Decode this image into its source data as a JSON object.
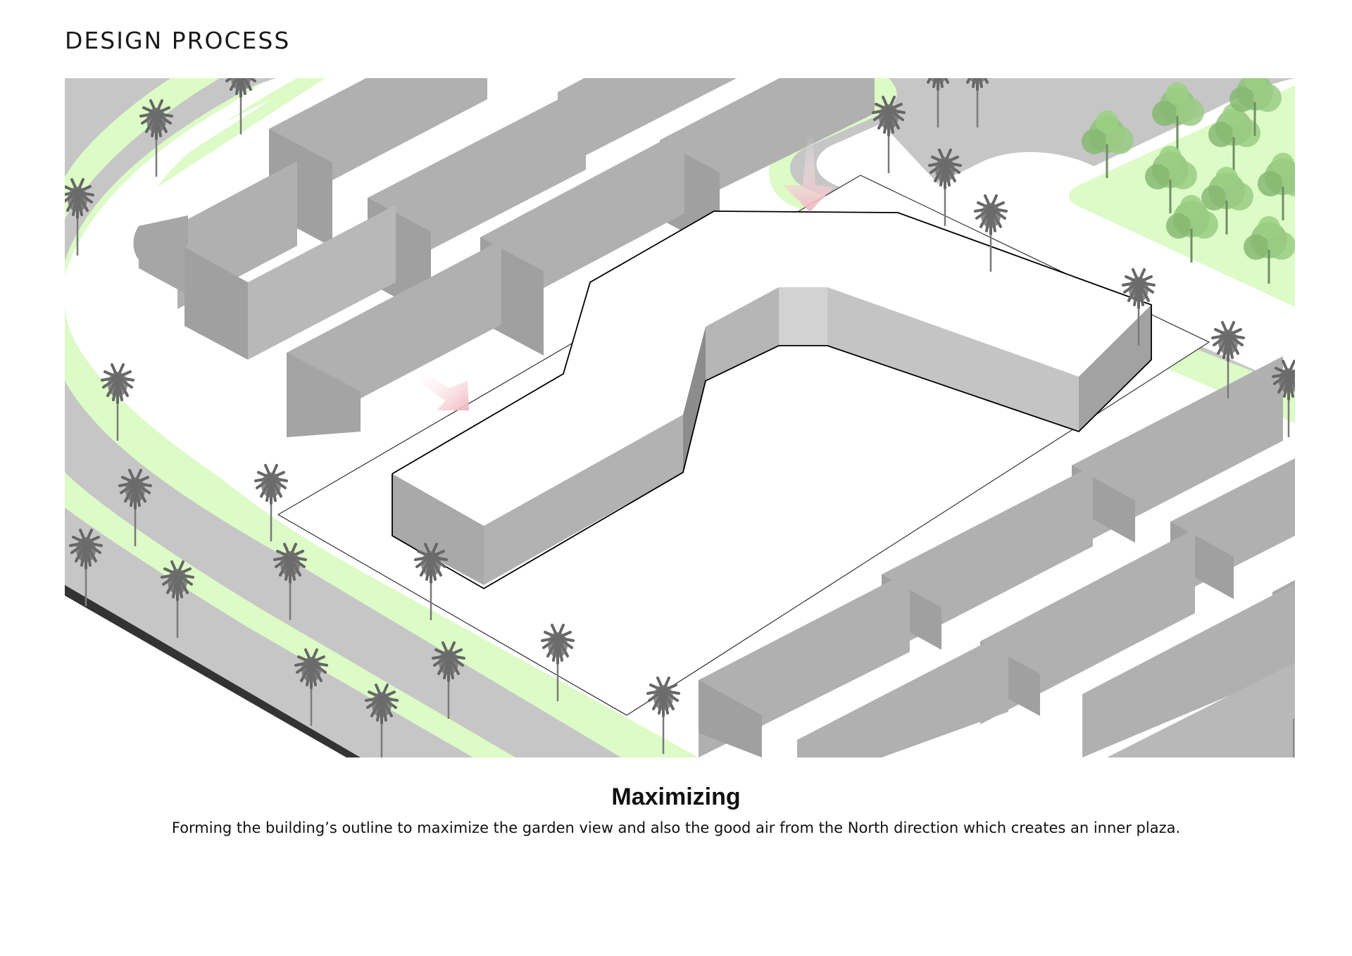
{
  "header": {
    "title": "DESIGN PROCESS"
  },
  "diagram": {
    "colors": {
      "road": "#c6c6c6",
      "green_strip": "#dcfbc6",
      "building_roof": "#ffffff",
      "building_wall_dark": "#9e9e9e",
      "building_wall_mid": "#b4b4b4",
      "building_wall_light": "#c9c9c9",
      "outline": "#000000",
      "wind_arrow": "#f2c8cf",
      "tree_foliage": "#8fc27a",
      "palm": "#6a6a6a"
    },
    "icons": [
      "palm-tree-icon",
      "tree-icon",
      "wind-arrow-icon"
    ]
  },
  "caption": {
    "title": "Maximizing",
    "description": "Forming the building’s outline to maximize the garden view and also the good air from the North direction which creates an inner plaza."
  }
}
